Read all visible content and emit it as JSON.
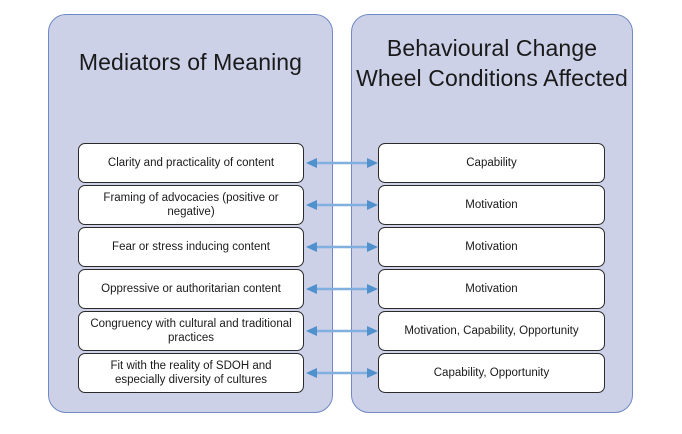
{
  "diagram": {
    "left_panel": {
      "title": "Mediators of Meaning",
      "items": [
        {
          "label": "Clarity and practicality of content"
        },
        {
          "label": "Framing of advocacies (positive or negative)"
        },
        {
          "label": "Fear or stress inducing content"
        },
        {
          "label": "Oppressive or authoritarian content"
        },
        {
          "label": "Congruency with cultural and traditional practices"
        },
        {
          "label": "Fit with the reality of SDOH and especially diversity of cultures"
        }
      ]
    },
    "right_panel": {
      "title": "Behavioural Change Wheel Conditions Affected",
      "items": [
        {
          "label": "Capability"
        },
        {
          "label": "Motivation"
        },
        {
          "label": "Motivation"
        },
        {
          "label": "Motivation"
        },
        {
          "label": "Motivation, Capability, Opportunity"
        },
        {
          "label": "Capability, Opportunity"
        }
      ]
    },
    "connectors": [
      {
        "name": "double-arrow-1",
        "kind": "double-headed-arrow"
      },
      {
        "name": "double-arrow-2",
        "kind": "double-headed-arrow"
      },
      {
        "name": "double-arrow-3",
        "kind": "double-headed-arrow"
      },
      {
        "name": "double-arrow-4",
        "kind": "double-headed-arrow"
      },
      {
        "name": "double-arrow-5",
        "kind": "double-headed-arrow"
      },
      {
        "name": "double-arrow-6",
        "kind": "double-headed-arrow"
      }
    ],
    "colors": {
      "panel_fill": "#ccd1e8",
      "panel_border": "#7089c4",
      "box_fill": "#ffffff",
      "box_border": "#2b2b2b",
      "arrow": "#5b9bd5",
      "text": "#1a1a1a",
      "background": "#ffffff"
    }
  }
}
